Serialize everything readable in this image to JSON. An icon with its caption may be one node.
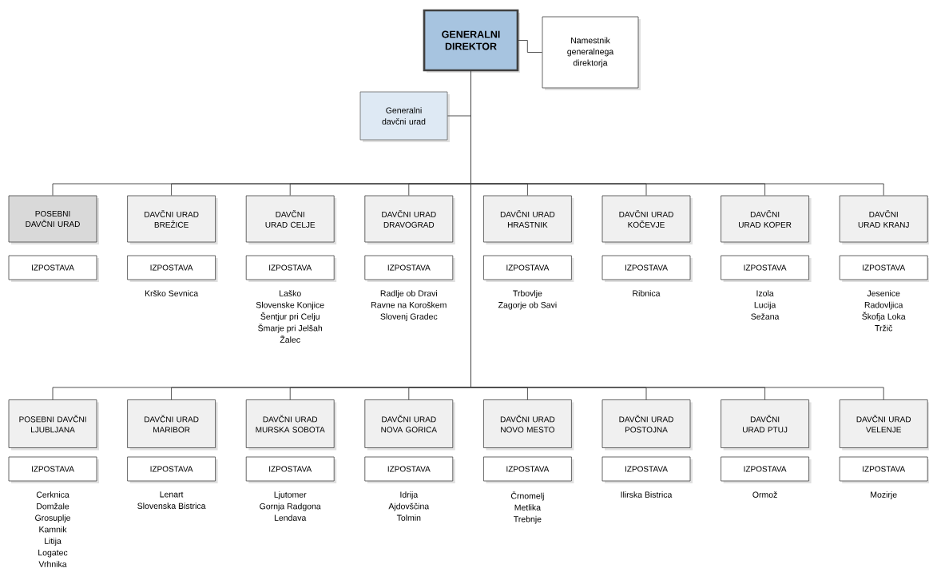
{
  "diagram": {
    "nodes": [
      {
        "text": [
          "GENERALNI DIREKTOR"
        ]
      },
      {
        "text": [
          "Namestnik generalnega direktorja"
        ]
      },
      {
        "text": [
          "Generalni davčni urad"
        ]
      },
      {
        "text": [
          "POSEBNI DAVČNI URAD"
        ]
      },
      {
        "text": [
          "DAVČNI URAD BREŽICE"
        ]
      },
      {
        "text": [
          "DAVČNI URAD CELJE"
        ]
      },
      {
        "text": [
          "DAVČNI URAD DRAVOGRAD"
        ]
      },
      {
        "text": [
          "DAVČNI URAD HRASTNIK"
        ]
      },
      {
        "text": [
          "DAVČNI URAD KOČEVJE"
        ]
      },
      {
        "text": [
          "DAVČNI URAD KOPER"
        ]
      },
      {
        "text": [
          "DAVČNI URAD KRANJ"
        ]
      },
      {
        "text": [
          "IZPOSTAVA"
        ]
      },
      {
        "text": [
          "IZPOSTAVA"
        ],
        "beside": [
          "Krško Sevnica"
        ]
      },
      {
        "text": [
          "IZPOSTAVA"
        ],
        "beside": [
          "Laško",
          "Slovenske Konjice",
          "Šentjur pri Celju",
          "Šmarje pri Jelšah",
          "Žalec"
        ]
      },
      {
        "text": [
          "IZPOSTAVA"
        ],
        "beside": [
          "Radlje ob Dravi",
          "Ravne na Koroškem",
          "Slovenj Gradec"
        ]
      },
      {
        "text": [
          "IZPOSTAVA"
        ],
        "beside": [
          "Trbovlje",
          "Zagorje ob Savi"
        ]
      },
      {
        "text": [
          "IZPOSTAVA"
        ],
        "beside": [
          "Ribnica"
        ]
      },
      {
        "text": [
          "IZPOSTAVA"
        ],
        "beside": [
          "Izola",
          "Lucija",
          "Sežana"
        ]
      },
      {
        "text": [
          "IZPOSTAVA"
        ],
        "beside": [
          "Jesenice",
          "Radovljica",
          "Škofja Loka",
          "Tržič"
        ]
      },
      {
        "text": [
          "POSEBNI DAVČNI LJUBLJANA"
        ]
      },
      {
        "text": [
          "DAVČNI URAD MARIBOR"
        ]
      },
      {
        "text": [
          "DAVČNI URAD MURSKA SOBOTA"
        ]
      },
      {
        "text": [
          "DAVČNI URAD NOVA GORICA"
        ]
      },
      {
        "text": [
          "DAVČNI URAD NOVO MESTO"
        ]
      },
      {
        "text": [
          "DAVČNI URAD POSTOJNA"
        ]
      },
      {
        "text": [
          "DAVČNI URAD PTUJ"
        ]
      },
      {
        "text": [
          "DAVČNI URAD VELENJE"
        ]
      },
      {
        "text": [
          "IZPOSTAVA"
        ],
        "beside": [
          "Cerknica",
          "Domžale",
          "Grosuplje",
          "Kamnik",
          "Litija",
          "Logatec",
          "Vrhnika"
        ]
      },
      {
        "text": [
          "IZPOSTAVA"
        ],
        "beside": [
          "Lenart",
          "Slovenska Bistrica"
        ]
      },
      {
        "text": [
          "IZPOSTAVA"
        ],
        "beside": [
          "Ljutomer",
          "Gornja Radgona",
          "Lendava"
        ]
      },
      {
        "text": [
          "IZPOSTAVA"
        ],
        "beside": [
          "Idrija",
          "Ajdovščina",
          "Tolmin"
        ]
      },
      {
        "text": [
          "IZPOSTAVA"
        ],
        "beside": [
          "Črnomelj",
          "Metlika",
          "Trebnje"
        ]
      },
      {
        "text": [
          "IZPOSTAVA"
        ],
        "beside": [
          "Ilirska Bistrica"
        ]
      },
      {
        "text": [
          "IZPOSTAVA"
        ],
        "beside": [
          "Ormož"
        ]
      },
      {
        "text": [
          "IZPOSTAVA"
        ],
        "beside": [
          "Mozirje"
        ]
      }
    ],
    "edges": [
      {
        "from": 0,
        "to": 1,
        "arrow": "none"
      },
      {
        "from": 0,
        "to": 2,
        "arrow": "none"
      },
      {
        "from": 0,
        "to": 3,
        "arrow": "none"
      },
      {
        "from": 0,
        "to": 4,
        "arrow": "none"
      },
      {
        "from": 0,
        "to": 5,
        "arrow": "none"
      },
      {
        "from": 0,
        "to": 6,
        "arrow": "none"
      },
      {
        "from": 0,
        "to": 7,
        "arrow": "none"
      },
      {
        "from": 0,
        "to": 8,
        "arrow": "none"
      },
      {
        "from": 0,
        "to": 9,
        "arrow": "none"
      },
      {
        "from": 0,
        "to": 10,
        "arrow": "none"
      },
      {
        "from": 0,
        "to": 19,
        "arrow": "none"
      },
      {
        "from": 0,
        "to": 20,
        "arrow": "none"
      },
      {
        "from": 0,
        "to": 21,
        "arrow": "none"
      },
      {
        "from": 0,
        "to": 22,
        "arrow": "none"
      },
      {
        "from": 0,
        "to": 23,
        "arrow": "none"
      },
      {
        "from": 0,
        "to": 24,
        "arrow": "none"
      },
      {
        "from": 0,
        "to": 25,
        "arrow": "none"
      },
      {
        "from": 0,
        "to": 26,
        "arrow": "none"
      }
    ]
  }
}
